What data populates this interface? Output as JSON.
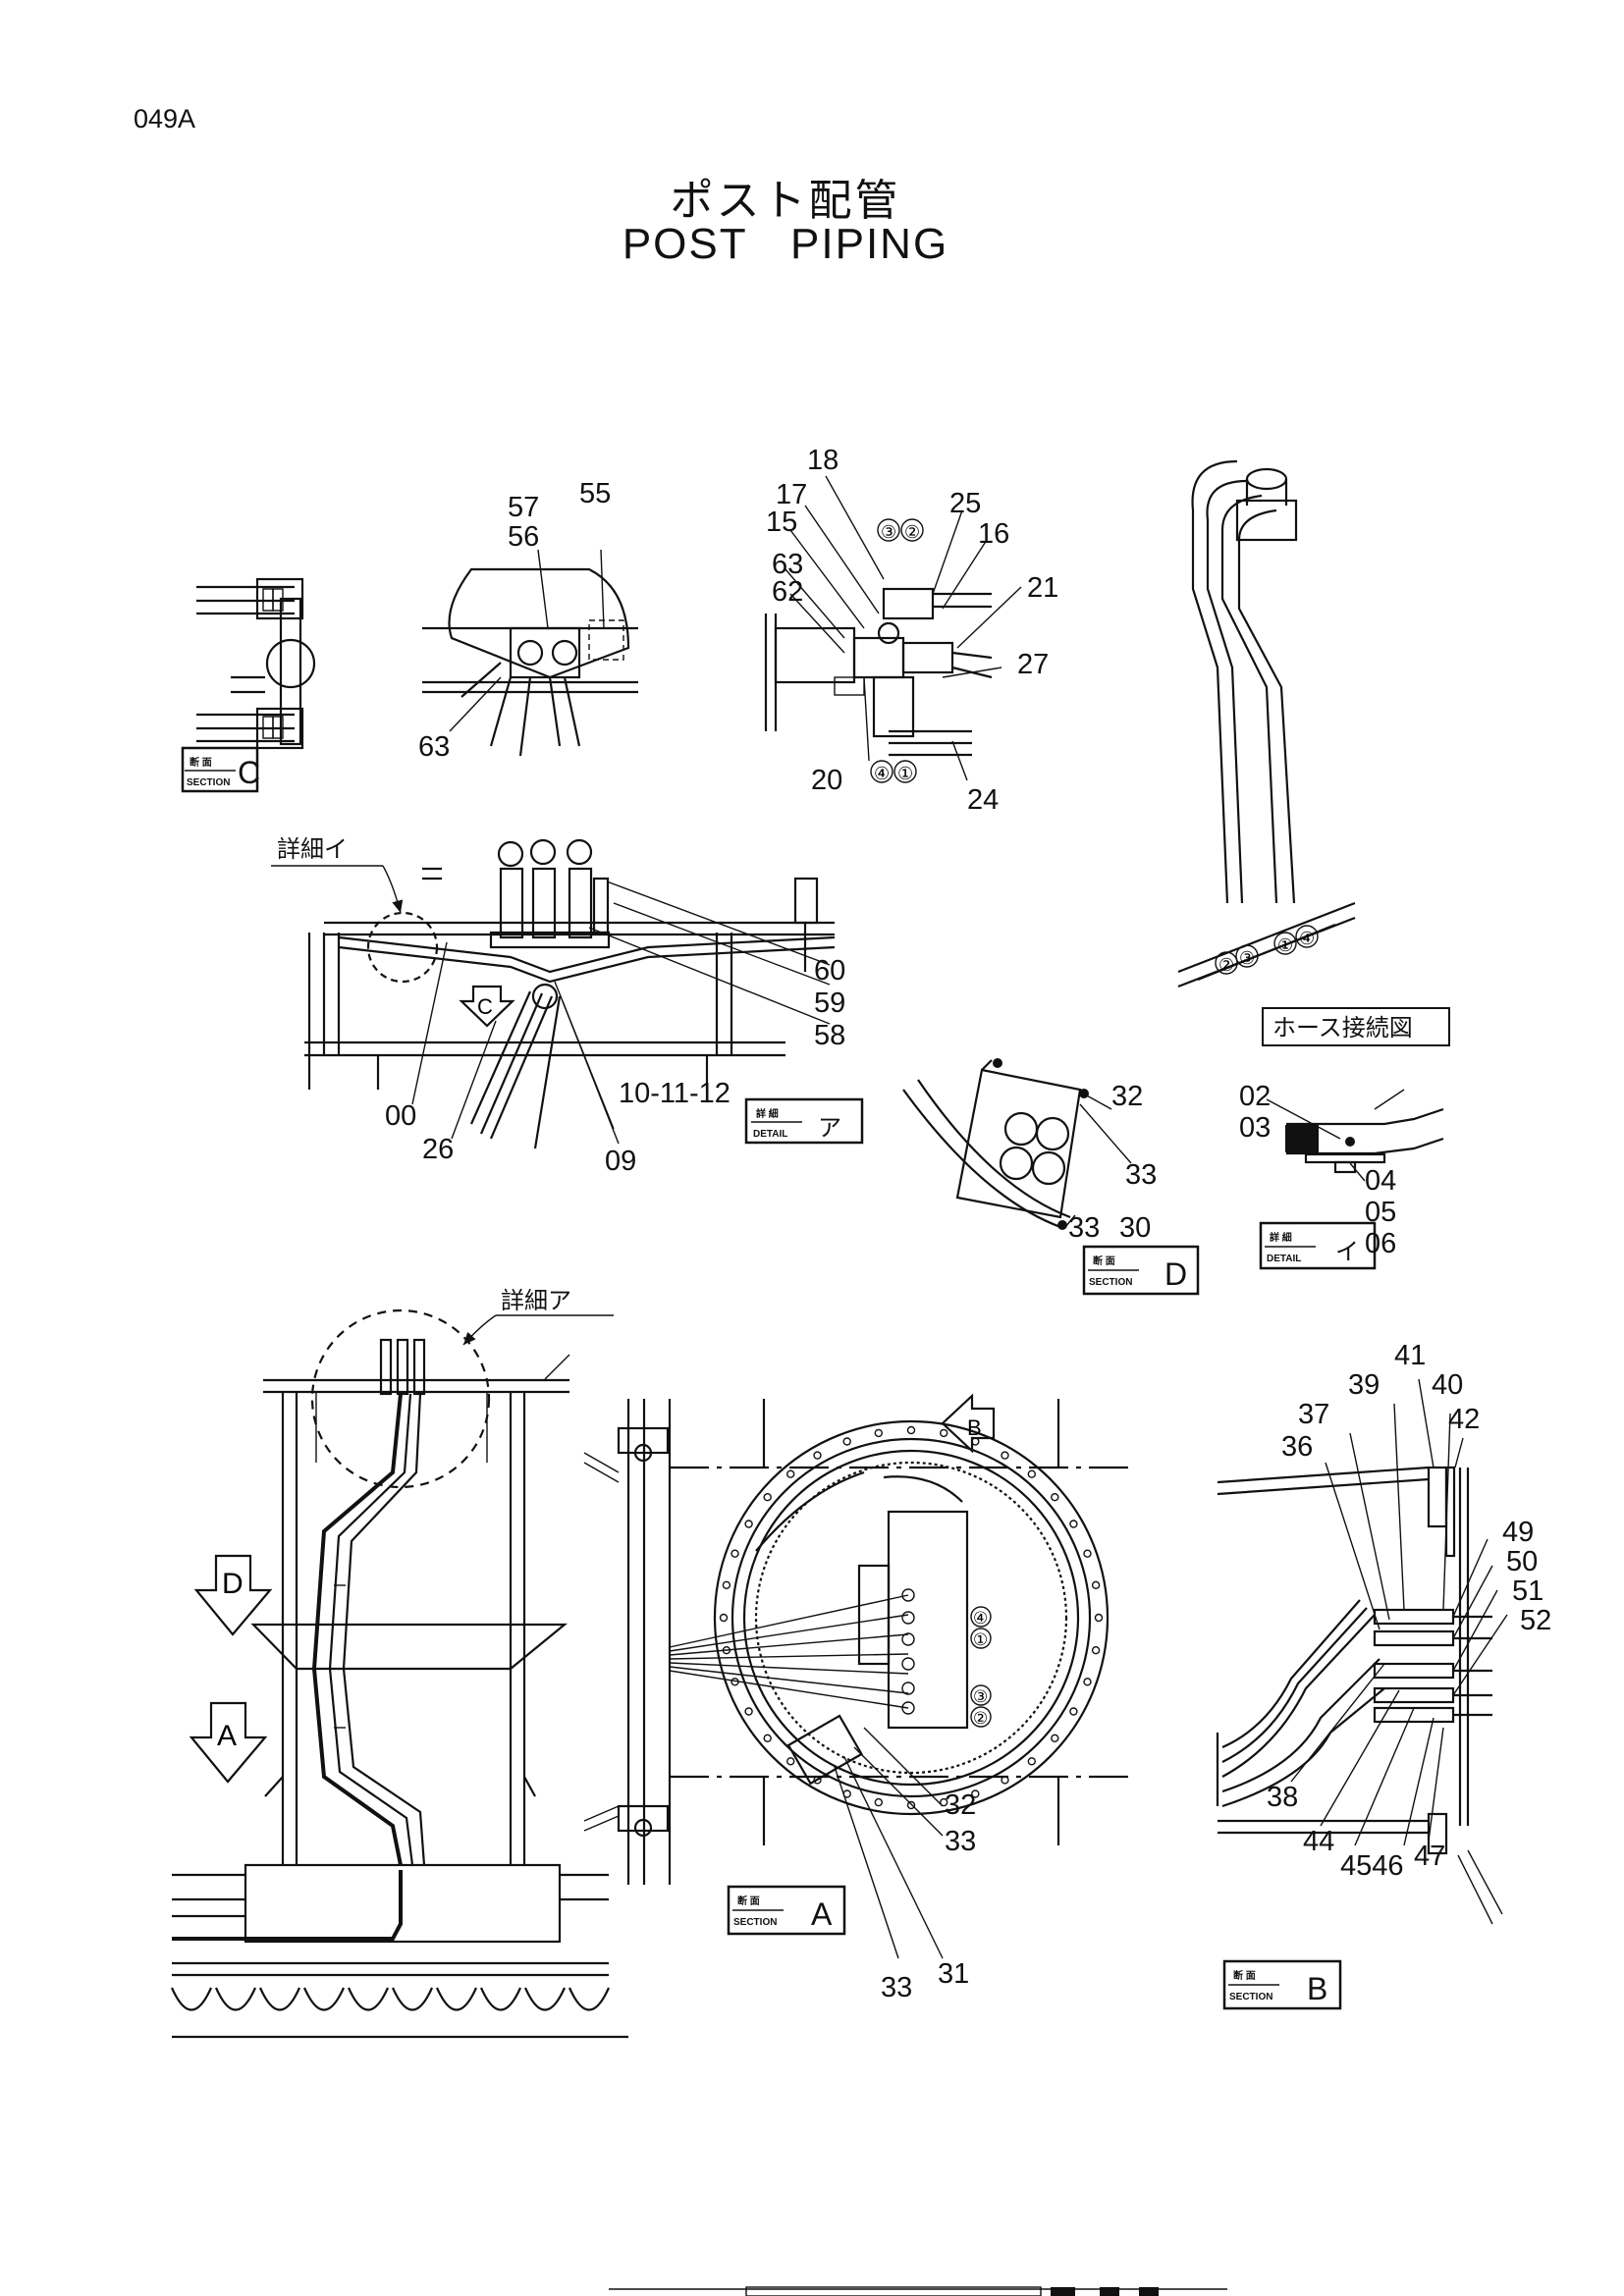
{
  "page_code": "049A",
  "title_jp": "ポスト配管",
  "title_en": "POST PIPING",
  "notes": {
    "detail_i_ref": "詳細イ",
    "detail_a_ref": "詳細ア",
    "hose_connection": "ホース接続図"
  },
  "labels": {
    "section_jp": "断 面",
    "section_en": "SECTION",
    "detail_jp": "詳 細",
    "detail_en": "DETAIL"
  },
  "view_boxes": {
    "section_c": "C",
    "detail_a": "ア",
    "section_d": "D",
    "detail_i": "イ",
    "section_a": "A",
    "section_b": "B"
  },
  "arrows": {
    "c": "C",
    "d": "D",
    "a": "A",
    "b": "B"
  },
  "circled": {
    "upper_pair": [
      "③",
      "②"
    ],
    "lower_pair": [
      "④",
      "①"
    ],
    "hose_ports": [
      "②",
      "③",
      "①",
      "④"
    ],
    "sec_a_top": [
      "④",
      "①"
    ],
    "sec_a_bottom": [
      "③",
      "②"
    ]
  },
  "callouts": {
    "c57": "57",
    "c56": "56",
    "c55": "55",
    "c63a": "63",
    "c18": "18",
    "c17": "17",
    "c15": "15",
    "c63b": "63",
    "c62": "62",
    "c25": "25",
    "c16": "16",
    "c21": "21",
    "c27": "27",
    "c20": "20",
    "c24": "24",
    "c60": "60",
    "c59": "59",
    "c58": "58",
    "c00": "00",
    "c26": "26",
    "c10": "10-11-12",
    "c09": "09",
    "c32a": "32",
    "c33a": "33",
    "c33b": "33",
    "c30": "30",
    "c02": "02",
    "c03": "03",
    "c04": "04",
    "c05": "05",
    "c06": "06",
    "c41": "41",
    "c39": "39",
    "c40": "40",
    "c37": "37",
    "c42": "42",
    "c36": "36",
    "c49": "49",
    "c50": "50",
    "c51": "51",
    "c52": "52",
    "c38": "38",
    "c44": "44",
    "c45": "4546",
    "c47": "47",
    "c32b": "32",
    "c33c": "33",
    "c33d": "33",
    "c31": "31"
  }
}
